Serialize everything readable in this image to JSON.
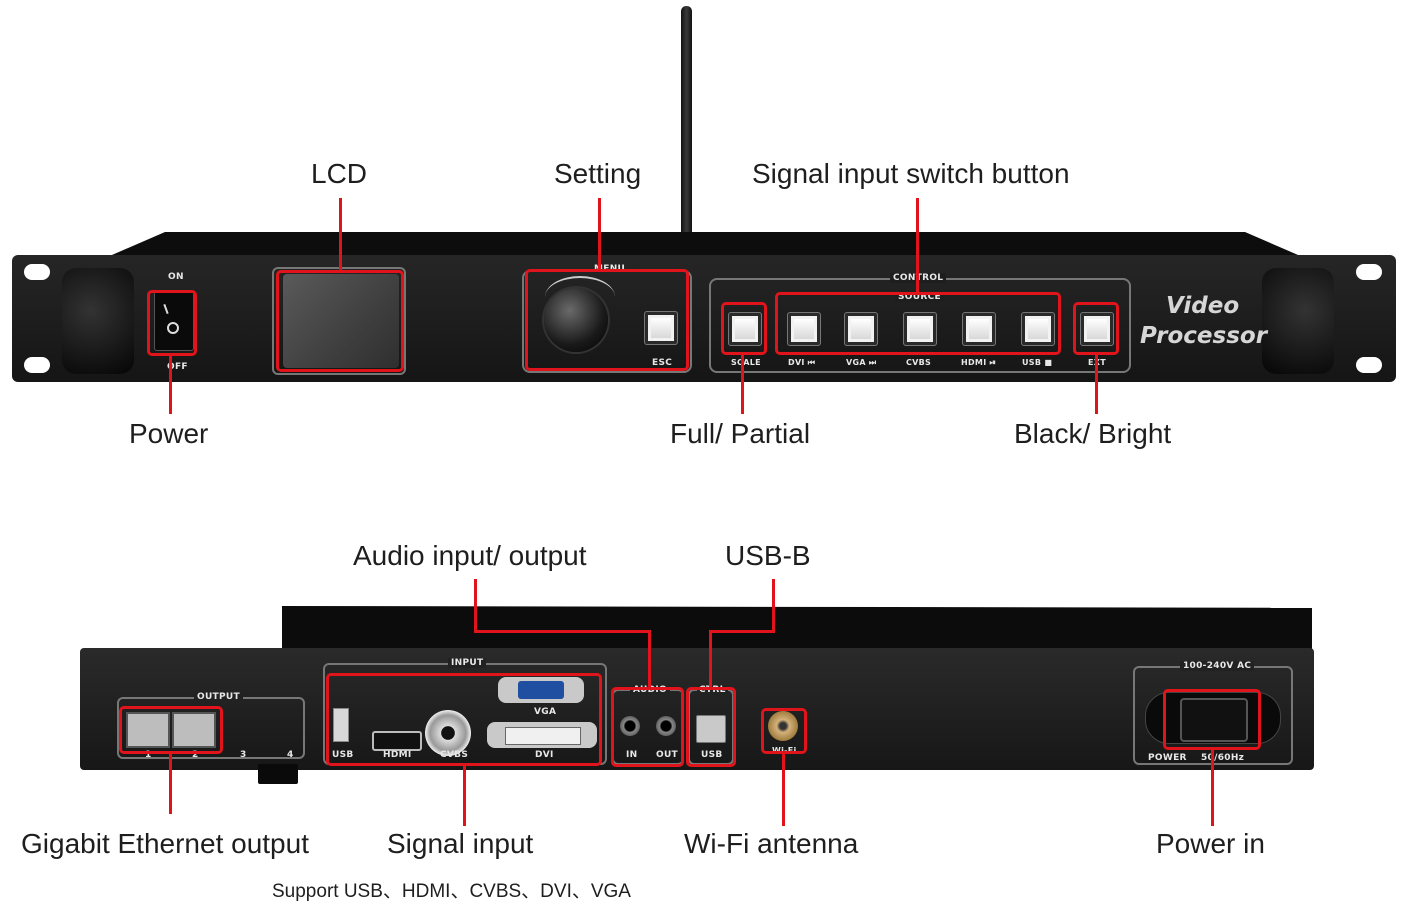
{
  "front": {
    "switch_on": "ON",
    "switch_off": "OFF",
    "menu_label": "MENU",
    "control_label": "CONTROL",
    "source_label": "SOURCE",
    "esc_label": "ESC",
    "buttons": [
      "SCALE",
      "DVI ⏮",
      "VGA ⏭",
      "CVBS",
      "HDMI ⏯",
      "USB ■",
      "EXT"
    ],
    "brand_line1": "Video",
    "brand_line2": "Processor"
  },
  "rear": {
    "input_label": "INPUT",
    "output_label": "OUTPUT",
    "audio_label": "AUDIO",
    "ctrl_label": "CTRL",
    "voltage_label": "100-240V AC",
    "power_label": "POWER",
    "freq_label": "50/60Hz",
    "port_usb": "USB",
    "port_hdmi": "HDMI",
    "port_cvbs": "CVBS",
    "port_vga": "VGA",
    "port_dvi": "DVI",
    "audio_in": "IN",
    "audio_out": "OUT",
    "ctrl_usb": "USB",
    "wifi": "Wi-Fi",
    "eth_nums": [
      "1",
      "2",
      "3",
      "4"
    ]
  },
  "callouts": {
    "lcd": "LCD",
    "setting": "Setting",
    "signal_switch": "Signal input switch button",
    "power": "Power",
    "full_partial": "Full/ Partial",
    "black_bright": "Black/ Bright",
    "audio_io": "Audio input/ output",
    "usb_b": "USB-B",
    "gigabit": "Gigabit Ethernet output",
    "signal_input": "Signal input",
    "signal_input_note": "Support USB、HDMI、CVBS、DVI、VGA",
    "wifi_antenna": "Wi-Fi antenna",
    "power_in": "Power in"
  },
  "colors": {
    "accent": "#e0141a",
    "chassis": "#1b1b1b",
    "text": "#1e1e1e"
  }
}
